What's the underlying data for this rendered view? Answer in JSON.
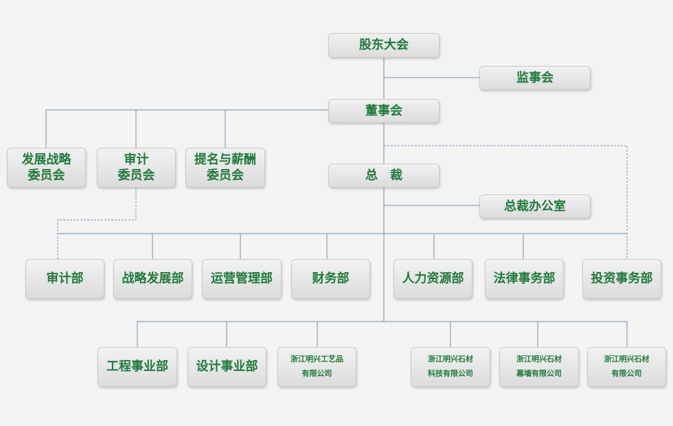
{
  "org": {
    "shareholders": "股东大会",
    "supervisors": "监事会",
    "board": "董事会",
    "committee_strategy": [
      "发展战略",
      "委员会"
    ],
    "committee_audit": [
      "审计",
      "委员会"
    ],
    "committee_nomination": [
      "提名与薪酬",
      "委员会"
    ],
    "president": "总　裁",
    "president_office": "总裁办公室",
    "dept_audit": "审计部",
    "dept_strategy": "战略发展部",
    "dept_operations": "运营管理部",
    "dept_finance": "财务部",
    "dept_hr": "人力资源部",
    "dept_legal": "法律事务部",
    "dept_investment": "投资事务部",
    "div_engineering": "工程事业部",
    "div_design": "设计事业部",
    "sub_crafts": [
      "浙江明兴工艺品",
      "有限公司"
    ],
    "sub_stone_tech": [
      "浙江明兴石材",
      "科技有限公司"
    ],
    "sub_curtain_wall": [
      "浙江明兴石材",
      "幕墙有限公司"
    ],
    "sub_stone": [
      "浙江明兴石材",
      "有限公司"
    ]
  },
  "colors": {
    "line": "#6f8fb3",
    "text": "#1f7a3a",
    "background": "#f3f3f3"
  }
}
